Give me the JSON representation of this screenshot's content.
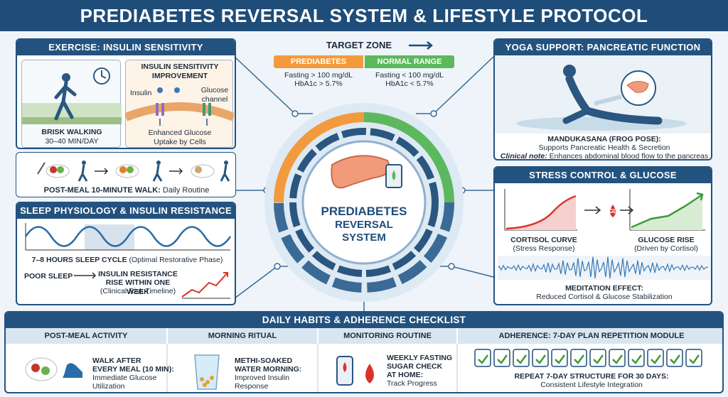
{
  "title": "PREDIABETES REVERSAL SYSTEM & LIFESTYLE PROTOCOL",
  "colors": {
    "navy": "#1f4d79",
    "orange": "#f39a3d",
    "green": "#5cb85c",
    "red": "#d9342b"
  },
  "exercise": {
    "header": "EXERCISE: INSULIN SENSITIVITY",
    "walk_title": "BRISK WALKING",
    "walk_sub": "30–40 MIN/DAY",
    "improve_title": "INSULIN SENSITIVITY IMPROVEMENT",
    "insulin_label": "Insulin",
    "channel_label": "Glucose channel",
    "uptake_label": "Enhanced Glucose Uptake by Cells",
    "postmeal_bold": "POST-MEAL 10-MINUTE WALK:",
    "postmeal_rest": " Daily Routine"
  },
  "sleep": {
    "header": "SLEEP PHYSIOLOGY & INSULIN RESISTANCE",
    "cycle_bold": "7–8 HOURS SLEEP CYCLE",
    "cycle_rest": " (Optimal Restorative Phase)",
    "poor": "POOR SLEEP",
    "rise_line1": "INSULIN RESISTANCE",
    "rise_line2": "RISE WITHIN ONE WEEK",
    "rise_sub": "(Clinical Risk Timeline)"
  },
  "center": {
    "target": "TARGET ZONE",
    "pre_label": "PREDIABETES",
    "pre_fasting": "Fasting > 100 mg/dL",
    "pre_hba1c": "HbA1c > 5.7%",
    "normal_label": "NORMAL RANGE",
    "normal_fasting": "Fasting < 100 mg/dL",
    "normal_hba1c": "HbA1c < 5.7%",
    "line1": "PREDIABETES",
    "line2": "REVERSAL",
    "line3": "SYSTEM"
  },
  "yoga": {
    "header": "YOGA SUPPORT: PANCREATIC FUNCTION",
    "pose": "MANDUKASANA (FROG POSE):",
    "pose_sub": "Supports Pancreatic Health & Secretion",
    "note_label": "Clinical note:",
    "note_text": " Enhances abdominal blood flow to the pancreas"
  },
  "stress": {
    "header": "STRESS CONTROL & GLUCOSE",
    "gl": "GL",
    "cortisol": "CORTISOL CURVE",
    "cortisol_sub": "(Stress Response)",
    "glucose": "GLUCOSE RISE",
    "glucose_sub": "(Driven by Cortisol)",
    "med": "MEDITATION EFFECT:",
    "med_sub": "Reduced Cortisol & Glucose Stabilization"
  },
  "checklist": {
    "header": "DAILY HABITS & ADHERENCE CHECKLIST",
    "cols": [
      {
        "head": "POST-MEAL ACTIVITY",
        "l1": "WALK AFTER",
        "l2": "EVERY MEAL (10 MIN):",
        "l3": "Immediate Glucose",
        "l4": "Utilization"
      },
      {
        "head": "MORNING RITUAL",
        "l1": "METHI-SOAKED",
        "l2": "WATER MORNING:",
        "l3": "Improved Insulin",
        "l4": "Response"
      },
      {
        "head": "MONITORING ROUTINE",
        "l1": "WEEKLY FASTING",
        "l2": "SUGAR CHECK",
        "l3": "AT HOME:",
        "l4": "Track Progress"
      },
      {
        "head": "ADHERENCE: 7-DAY PLAN REPETITION MODULE",
        "l1": "REPEAT 7-DAY STRUCTURE FOR 30 DAYS:",
        "l2": "Consistent Lifestyle Integration"
      }
    ]
  }
}
